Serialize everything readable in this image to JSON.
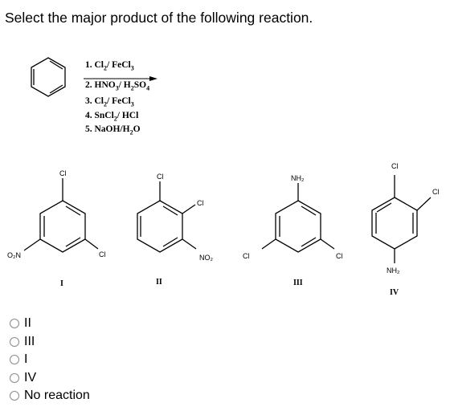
{
  "question": "Select the major product of the following reaction.",
  "reagents": [
    {
      "num": "1. ",
      "text": "Cl",
      "sub1": "2",
      "text2": "/ FeCl",
      "sub2": "3",
      "text3": ""
    },
    {
      "num": "2. ",
      "text": "HNO",
      "sub1": "3",
      "text2": "/ H",
      "sub2": "2",
      "text3": "SO",
      "sub3": "4"
    },
    {
      "num": "3. ",
      "text": "Cl",
      "sub1": "2",
      "text2": "/ FeCl",
      "sub2": "3",
      "text3": ""
    },
    {
      "num": "4. ",
      "text": "SnCl",
      "sub1": "2",
      "text2": "/ HCl",
      "sub2": "",
      "text3": ""
    },
    {
      "num": "5. ",
      "text": "NaOH/H",
      "sub1": "2",
      "text2": "O",
      "sub2": "",
      "text3": ""
    }
  ],
  "atoms": {
    "cl": "Cl",
    "o2n": "O₂N",
    "no2": "NO₂",
    "nh2": "NH₂"
  },
  "product_labels": [
    "I",
    "II",
    "III",
    "IV"
  ],
  "options": [
    "II",
    "III",
    "I",
    "IV",
    "No reaction"
  ]
}
